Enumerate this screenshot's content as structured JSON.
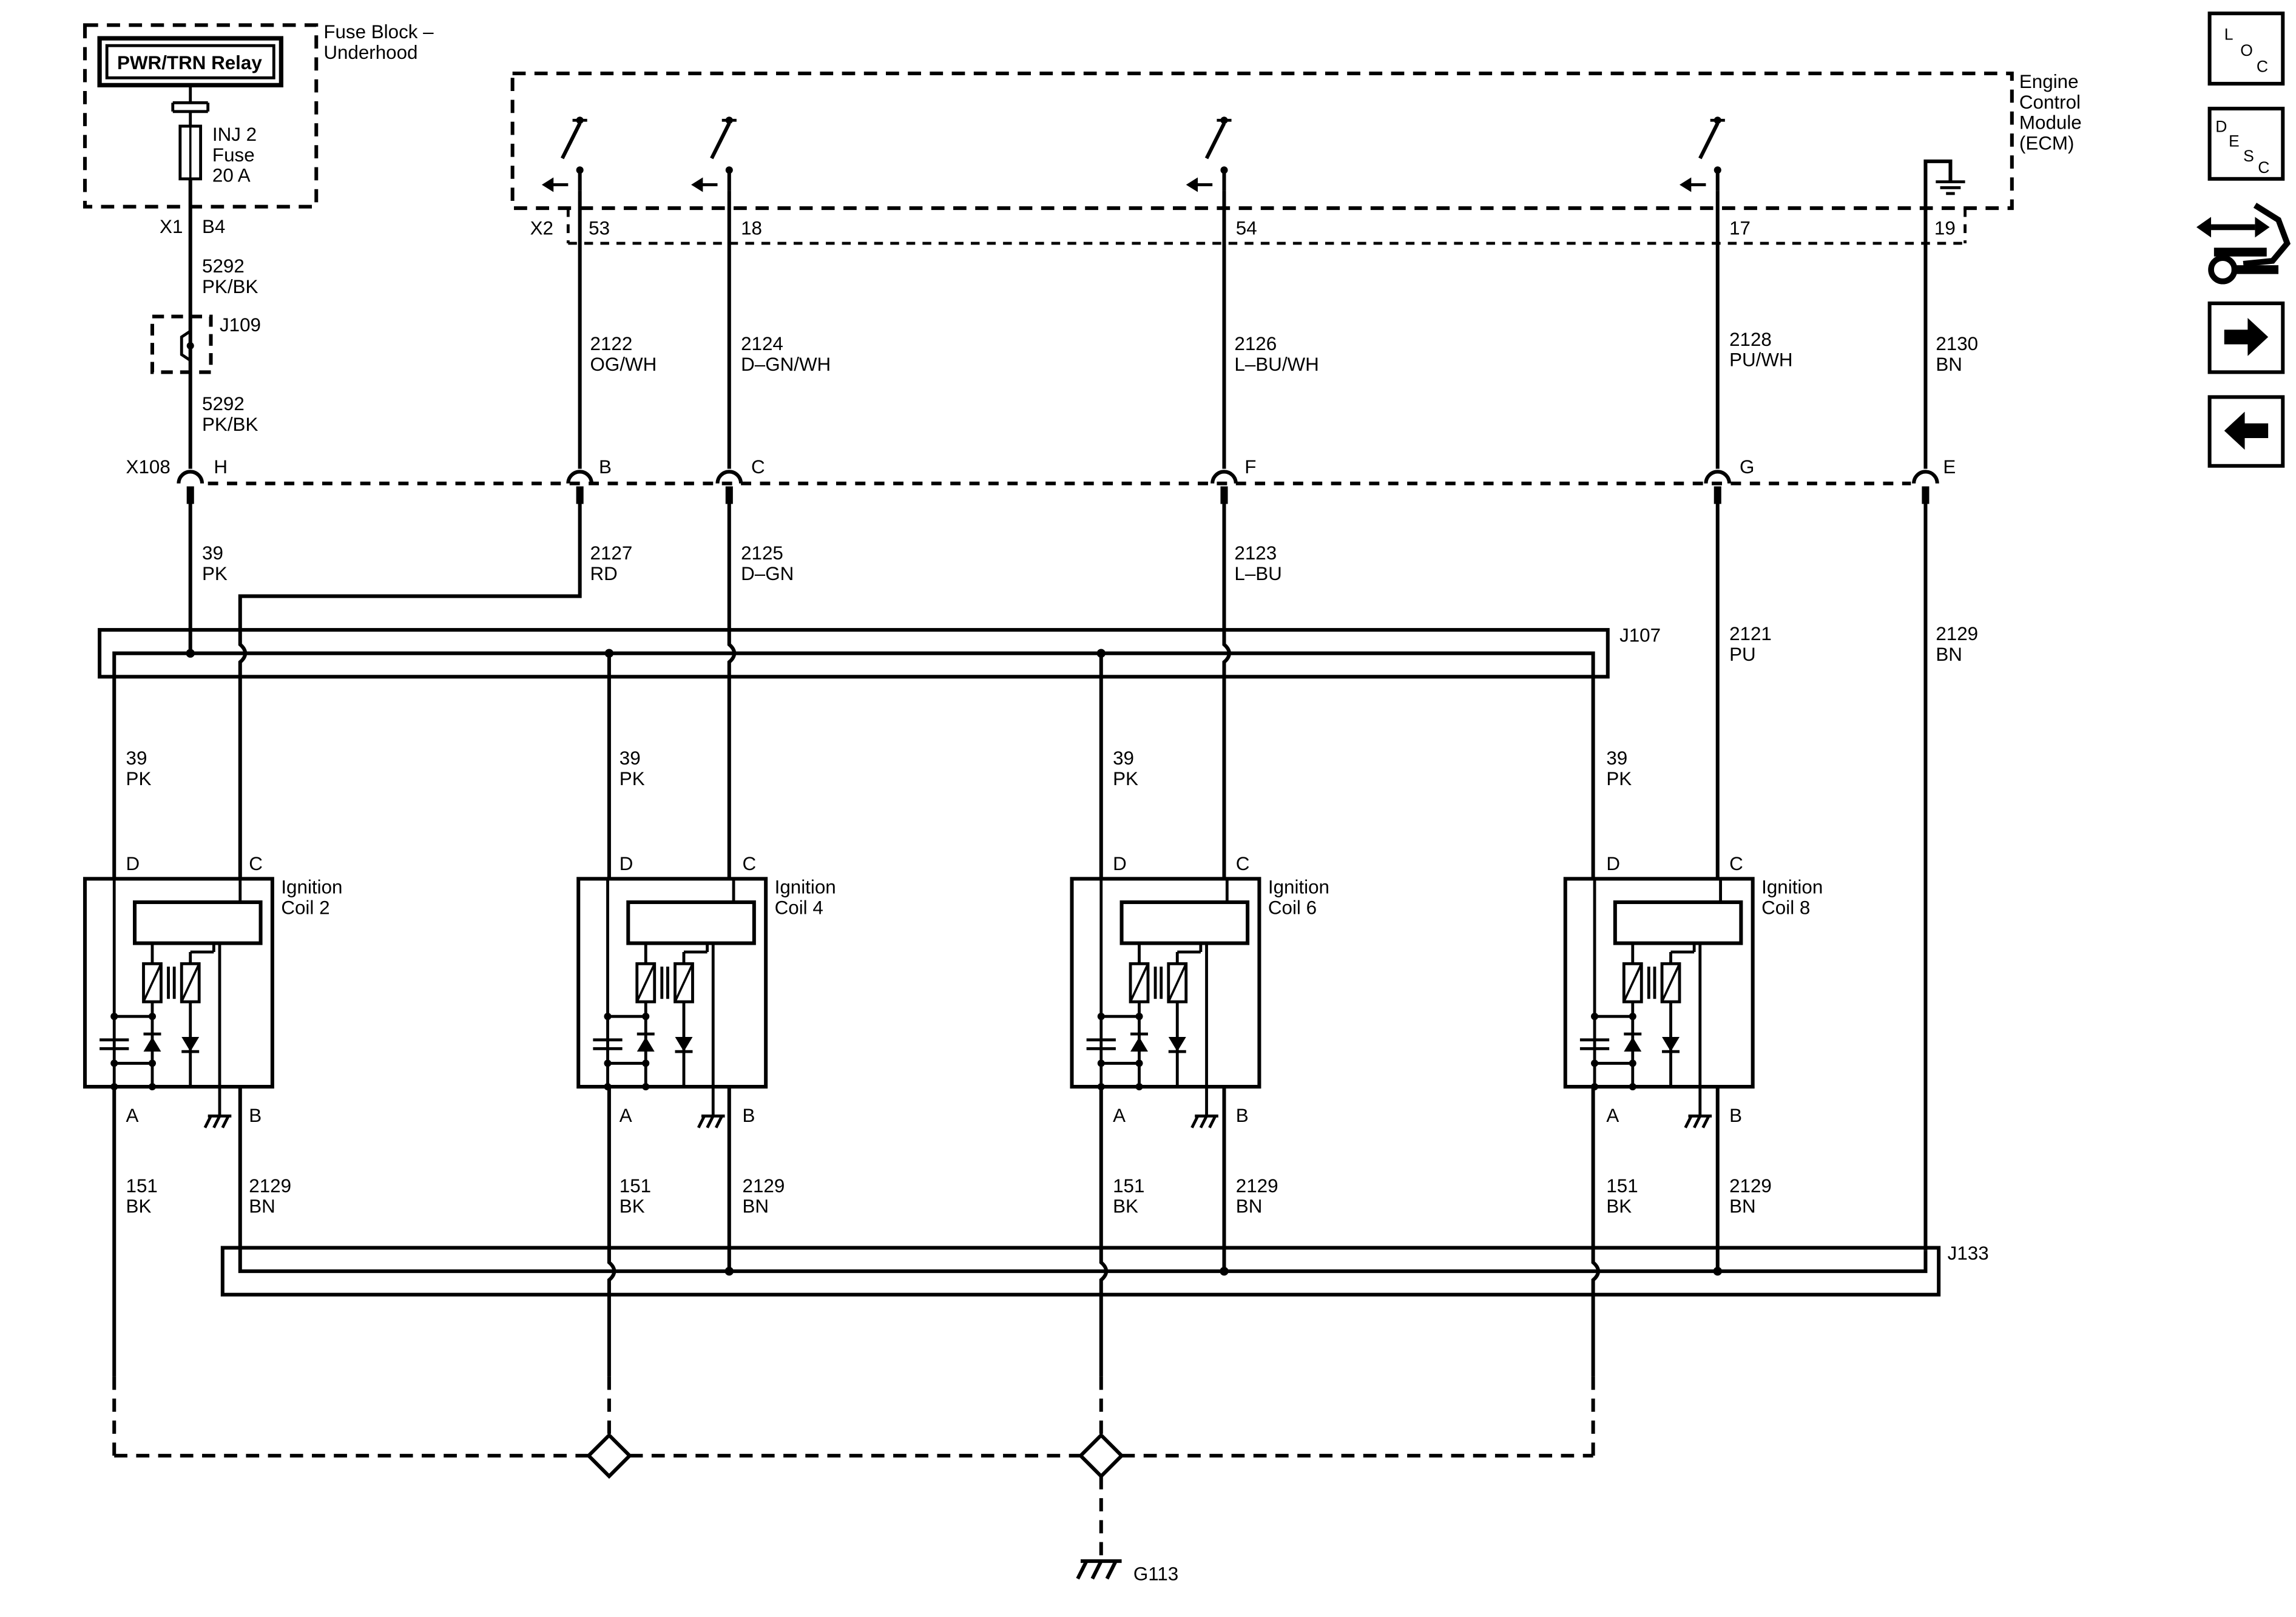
{
  "fuse_block": {
    "title_line1": "Fuse Block –",
    "title_line2": "Underhood",
    "relay": "PWR/TRN Relay",
    "fuse_name": "INJ 2",
    "fuse_type": "Fuse",
    "fuse_rating": "20 A",
    "connector": "X1",
    "pin": "B4"
  },
  "ecm": {
    "title_line1": "Engine",
    "title_line2": "Control",
    "title_line3": "Module",
    "title_line4": "(ECM)",
    "connector": "X2",
    "pins": [
      "53",
      "18",
      "54",
      "17",
      "19"
    ]
  },
  "wires_upper": [
    {
      "circuit": "5292",
      "color": "PK/BK"
    },
    {
      "circuit": "5292",
      "color": "PK/BK"
    },
    {
      "circuit": "2122",
      "color": "OG/WH"
    },
    {
      "circuit": "2124",
      "color": "D–GN/WH"
    },
    {
      "circuit": "2126",
      "color": "L–BU/WH"
    },
    {
      "circuit": "2128",
      "color": "PU/WH"
    },
    {
      "circuit": "2130",
      "color": "BN"
    }
  ],
  "splice_j109": "J109",
  "inline_connector": {
    "name": "X108",
    "pins": [
      "H",
      "B",
      "C",
      "F",
      "G",
      "E"
    ]
  },
  "wires_mid": [
    {
      "circuit": "39",
      "color": "PK"
    },
    {
      "circuit": "2127",
      "color": "RD"
    },
    {
      "circuit": "2125",
      "color": "D–GN"
    },
    {
      "circuit": "2123",
      "color": "L–BU"
    },
    {
      "circuit": "2121",
      "color": "PU"
    },
    {
      "circuit": "2129",
      "color": "BN"
    }
  ],
  "splice_j107": "J107",
  "splice_j133": "J133",
  "coils": [
    {
      "title1": "Ignition",
      "title2": "Coil 2",
      "pin_d": "D",
      "pin_c": "C",
      "pin_a": "A",
      "pin_b": "B",
      "feed_circuit": "39",
      "feed_color": "PK",
      "gnd_circuit": "151",
      "gnd_color": "BK",
      "ret_circuit": "2129",
      "ret_color": "BN"
    },
    {
      "title1": "Ignition",
      "title2": "Coil 4",
      "pin_d": "D",
      "pin_c": "C",
      "pin_a": "A",
      "pin_b": "B",
      "feed_circuit": "39",
      "feed_color": "PK",
      "gnd_circuit": "151",
      "gnd_color": "BK",
      "ret_circuit": "2129",
      "ret_color": "BN"
    },
    {
      "title1": "Ignition",
      "title2": "Coil 6",
      "pin_d": "D",
      "pin_c": "C",
      "pin_a": "A",
      "pin_b": "B",
      "feed_circuit": "39",
      "feed_color": "PK",
      "gnd_circuit": "151",
      "gnd_color": "BK",
      "ret_circuit": "2129",
      "ret_color": "BN"
    },
    {
      "title1": "Ignition",
      "title2": "Coil 8",
      "pin_d": "D",
      "pin_c": "C",
      "pin_a": "A",
      "pin_b": "B",
      "feed_circuit": "39",
      "feed_color": "PK",
      "gnd_circuit": "151",
      "gnd_color": "BK",
      "ret_circuit": "2129",
      "ret_color": "BN"
    }
  ],
  "ground": "G113",
  "nav": {
    "loc": {
      "l": "L",
      "o": "O",
      "c": "C"
    },
    "desc": {
      "d": "D",
      "e": "E",
      "s": "S",
      "c": "C"
    },
    "icons": [
      "connector-end-view-icon",
      "next-page-arrow-icon",
      "previous-page-arrow-icon"
    ]
  }
}
